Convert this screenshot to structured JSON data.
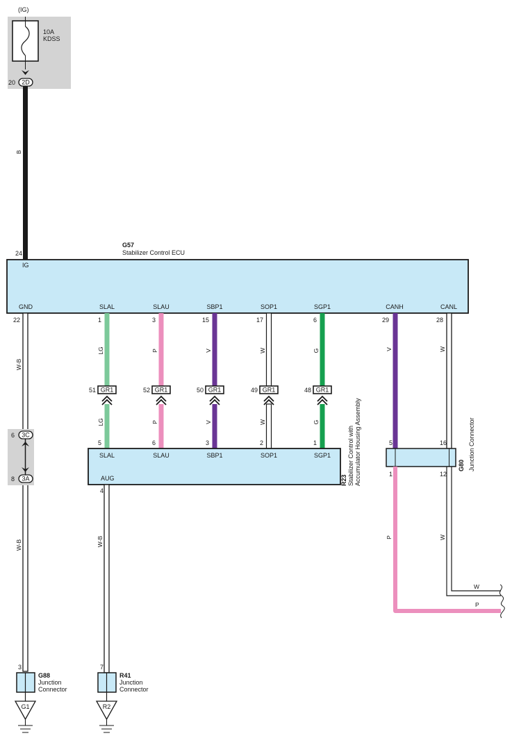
{
  "colors": {
    "box_fill": "#c8e9f7",
    "shade": "#d3d3d3",
    "B": "#1a1a1a",
    "W": "#ffffff",
    "W_B": "#ffffff",
    "LG": "#7cc99a",
    "P": "#ec8fbd",
    "V": "#6a3595",
    "G": "#16a04f"
  },
  "ig": {
    "label": "(IG)"
  },
  "fuse": {
    "rating": "10A",
    "name": "KDSS"
  },
  "conn_2d": {
    "pin": "20",
    "code": "2D"
  },
  "wire_b": {
    "color": "B"
  },
  "ecu": {
    "code": "G57",
    "name": "Stabilizer Control ECU",
    "ig_pin": "24",
    "ig_terminal": "IG",
    "terminals": [
      {
        "name": "GND",
        "pin": "22"
      },
      {
        "name": "SLAL",
        "pin": "1"
      },
      {
        "name": "SLAU",
        "pin": "3"
      },
      {
        "name": "SBP1",
        "pin": "15"
      },
      {
        "name": "SOP1",
        "pin": "17"
      },
      {
        "name": "SGP1",
        "pin": "6"
      },
      {
        "name": "CANH",
        "pin": "29"
      },
      {
        "name": "CANL",
        "pin": "28"
      }
    ]
  },
  "signal_wires": [
    {
      "color": "LG",
      "gr_pin": "51",
      "gr_code": "GR1",
      "r23_pin": "5"
    },
    {
      "color": "P",
      "gr_pin": "52",
      "gr_code": "GR1",
      "r23_pin": "6"
    },
    {
      "color": "V",
      "gr_pin": "50",
      "gr_code": "GR1",
      "r23_pin": "3"
    },
    {
      "color": "W",
      "gr_pin": "49",
      "gr_code": "GR1",
      "r23_pin": "2"
    },
    {
      "color": "G",
      "gr_pin": "48",
      "gr_code": "GR1",
      "r23_pin": "1"
    }
  ],
  "gnd_wire": {
    "color_top": "W-B",
    "color_bottom": "W-B",
    "conn_3c": {
      "pin": "6",
      "code": "3C"
    },
    "conn_3a": {
      "pin": "8",
      "code": "3A"
    }
  },
  "r23": {
    "code": "R23",
    "name_line1": "Stabilizer Control with",
    "name_line2": "Accumulator Housing Assembly",
    "terminals": [
      "SLAL",
      "SLAU",
      "SBP1",
      "SOP1",
      "SGP1"
    ],
    "aug_terminal": "AUG",
    "aug_pin": "4",
    "aug_wire_color": "W-B"
  },
  "can": {
    "canh_color": "V",
    "canl_color": "W",
    "g80_code": "G80",
    "g80_name": "Junction Connector",
    "g80_pin_h_in": "5",
    "g80_pin_l_in": "16",
    "g80_pin_h_out": "1",
    "g80_pin_l_out": "12",
    "out_h_color": "P",
    "out_l_color": "W",
    "right_w_label": "W",
    "right_p_label": "P"
  },
  "g88": {
    "pin": "3",
    "code": "G88",
    "line1": "Junction",
    "line2": "Connector",
    "ground": "G1"
  },
  "r41": {
    "pin": "7",
    "code": "R41",
    "line1": "Junction",
    "line2": "Connector",
    "ground": "R2"
  }
}
